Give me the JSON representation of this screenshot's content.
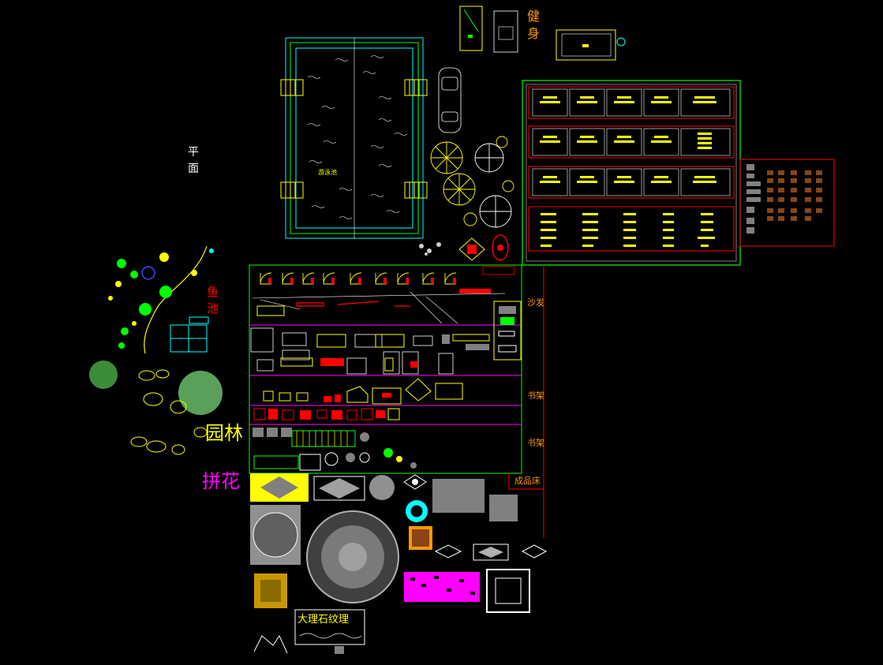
{
  "labels": {
    "fitness": "健身",
    "plan": "平面",
    "fish_pond": "鱼池",
    "garden": "园林",
    "parquet": "拼花",
    "marble": "大理石纹理",
    "sofa": "沙发",
    "bookcase_a": "书架",
    "bookcase_b": "书架",
    "finished_bed": "成品床",
    "pool": "游泳池"
  },
  "colors": {
    "background": "#000000",
    "cyan": "#00ffff",
    "green": "#00ff00",
    "yellow": "#ffff00",
    "red": "#ff0000",
    "magenta": "#ff00ff",
    "orange": "#ff9900",
    "white": "#ffffff",
    "gray": "#808080",
    "brown": "#8b4513"
  }
}
